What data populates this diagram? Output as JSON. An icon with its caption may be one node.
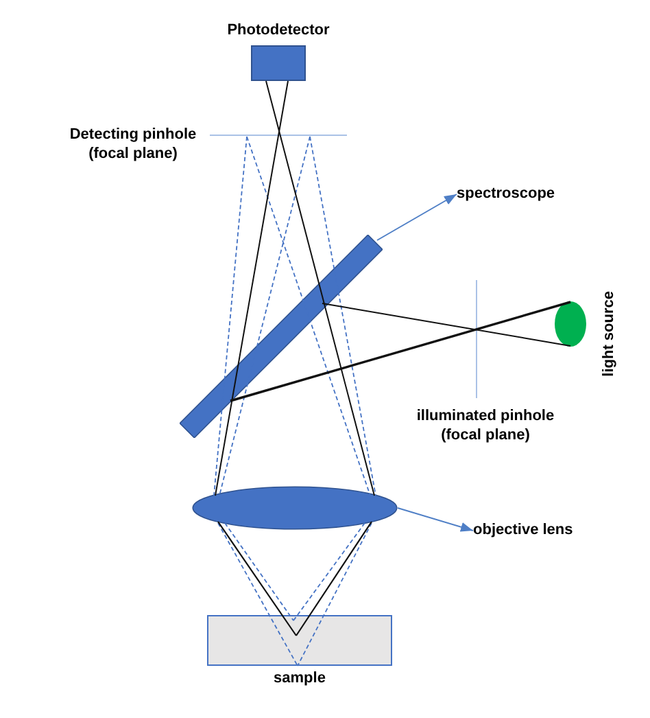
{
  "diagram": {
    "nodes": [
      {
        "text": [
          "Photodetector"
        ]
      },
      {
        "text": [],
        "shape": "line",
        "beside": [
          "Detecting pinhole (focal plane)"
        ]
      },
      {
        "text": [
          "spectroscope"
        ]
      },
      {
        "text": [],
        "shape": "bar"
      },
      {
        "text": [],
        "shape": "line",
        "beside": [
          "illuminated pinhole (focal plane)"
        ]
      },
      {
        "text": [
          "light source"
        ]
      },
      {
        "text": [],
        "shape": "ellipse"
      },
      {
        "text": [
          "objective lens"
        ]
      },
      {
        "text": [
          "sample"
        ]
      }
    ],
    "edges": [
      {
        "from": 3,
        "to": 2,
        "arrow": "to"
      },
      {
        "from": 6,
        "to": 7,
        "arrow": "to"
      }
    ]
  }
}
